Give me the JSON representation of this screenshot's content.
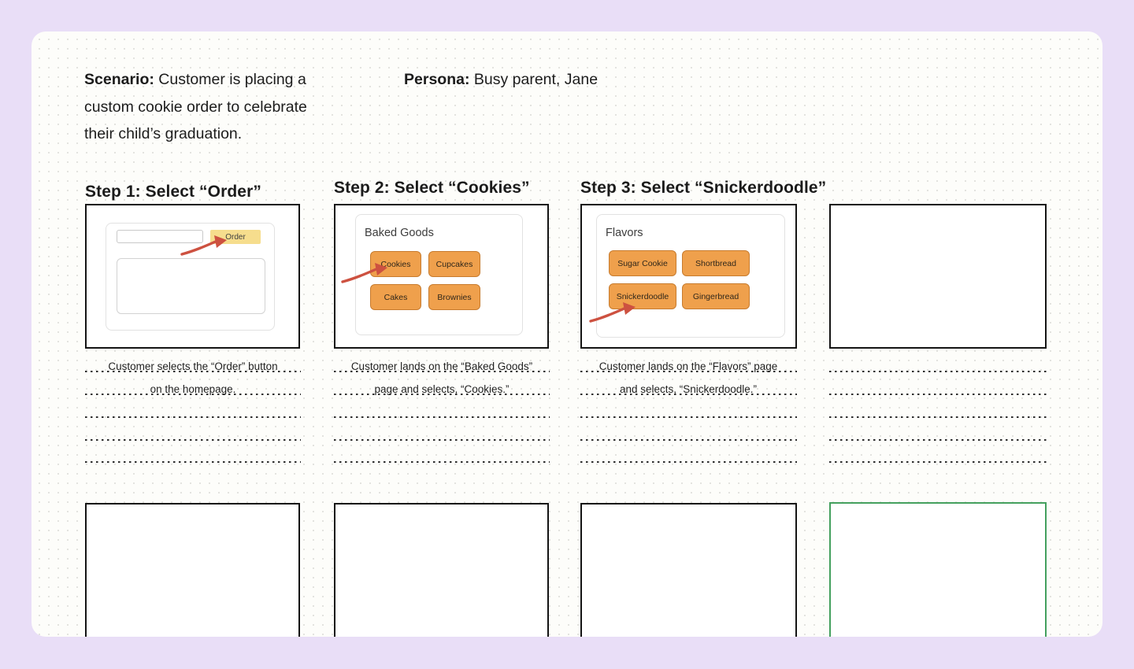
{
  "header": {
    "scenario_label": "Scenario:",
    "scenario_line1": "Customer is placing a",
    "scenario_line2": "custom cookie order to celebrate",
    "scenario_line3": "their child’s graduation.",
    "persona_label": "Persona:",
    "persona_text": "Busy parent, Jane"
  },
  "columns": [
    {
      "title": "Step 1: Select “Order”",
      "caption_line1": "Customer selects the “Order” button",
      "caption_line2": "on the homepage."
    },
    {
      "title": "Step 2: Select “Cookies”",
      "caption_line1": "Customer lands on the “Baked Goods”",
      "caption_line2": "page and selects, “Cookies.”"
    },
    {
      "title": "Step 3: Select “Snickerdoodle”",
      "caption_line1": "Customer lands on the “Flavors” page",
      "caption_line2": "and selects, “Snickerdoodle.”"
    },
    {
      "title": "",
      "caption_line1": "",
      "caption_line2": ""
    }
  ],
  "frame1": {
    "order_button_label": "Order"
  },
  "frame2": {
    "panel_title": "Baked Goods",
    "buttons": [
      "Cookies",
      "Cupcakes",
      "Cakes",
      "Brownies"
    ]
  },
  "frame3": {
    "panel_title": "Flavors",
    "buttons": [
      "Sugar Cookie",
      "Shortbread",
      "Snickerdoodle",
      "Gingerbread"
    ]
  },
  "colors": {
    "background": "#e9def7",
    "canvas": "#fdfdfa",
    "dot_grid": "#e3e3df",
    "frame_border": "#141414",
    "green_frame_border": "#44a05e",
    "orange_button_bg": "#efa04c",
    "orange_button_border": "#c77b2e",
    "yellow_button_bg": "#f6dd8d",
    "arrow": "#cd5140"
  }
}
